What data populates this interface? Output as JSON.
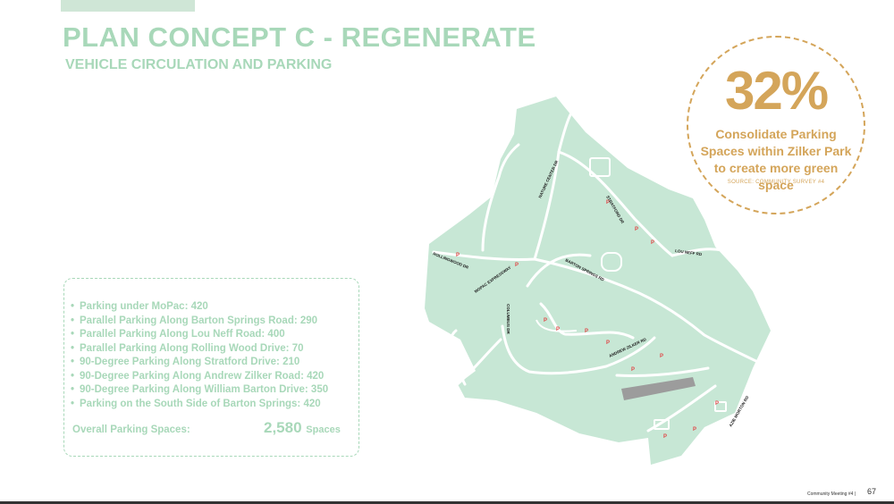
{
  "header": {
    "title": "PLAN CONCEPT C - REGENERATE",
    "subtitle": "VEHICLE CIRCULATION AND PARKING"
  },
  "callout": {
    "percent": "32%",
    "message": "Consolidate Parking Spaces within Zilker Park to create more green space",
    "source": "SOURCE: COMMUNITY SURVEY #4"
  },
  "parking_list": {
    "items": [
      "Parking under MoPac: 420",
      "Parallel Parking Along Barton Springs Road: 290",
      "Parallel Parking Along Lou Neff Road: 400",
      "Parallel Parking Along Rolling Wood Drive: 70",
      "90-Degree Parking Along Stratford Drive: 210",
      "90-Degree Parking Along Andrew Zilker Road: 420",
      "90-Degree Parking Along William Barton Drive: 350",
      "Parking on the South Side of Barton Springs: 420"
    ],
    "total_label": "Overall Parking Spaces:",
    "total_value": "2,580",
    "total_unit": "Spaces"
  },
  "map": {
    "road_labels": {
      "nature_center": "NATURE CENTER DR",
      "stratford": "STRATFORD DR",
      "lou_neff": "LOU NEFF RD",
      "rollingwood": "ROLLINGWOOD DR",
      "mopac": "MOPAC EXPRESSWAY",
      "barton_springs": "BARTON SPRINGS RD",
      "columbus": "COLUMBUS DR",
      "andrew_zilker": "ANDREW ZILKER RD",
      "azie_morton": "AZIE MORTON RD"
    },
    "parking_marker": "P",
    "colors": {
      "land": "#c7e7d5",
      "roads": "#ffffff",
      "parking_marker": "#e04848"
    }
  },
  "footer": {
    "meeting": "Community Meeting #4 |",
    "page": "67"
  },
  "theme": {
    "accent_green": "#a8d8b9",
    "accent_gold": "#d4a55a"
  }
}
